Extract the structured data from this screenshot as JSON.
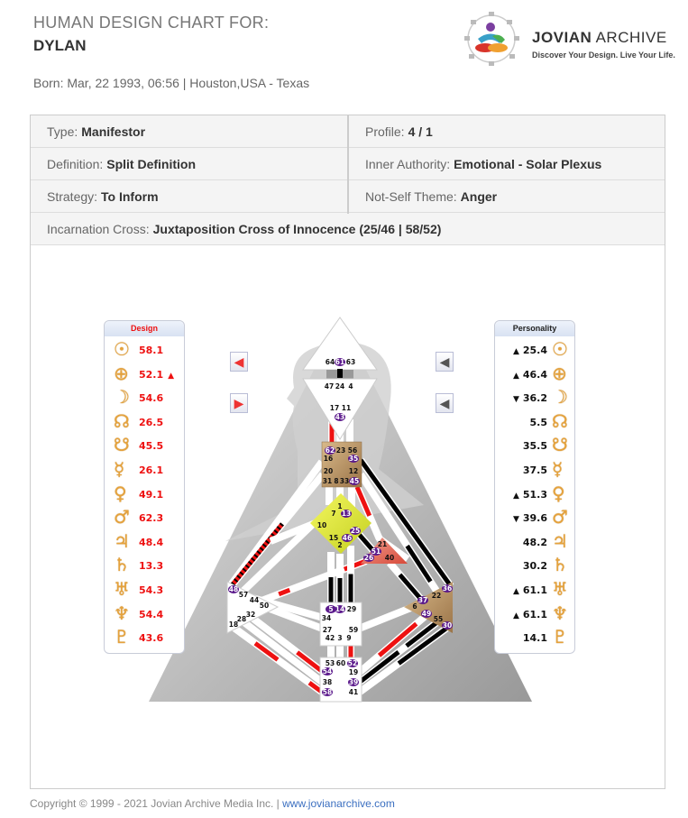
{
  "header": {
    "title": "HUMAN DESIGN CHART FOR:",
    "name": "DYLAN",
    "born": "Born:  Mar, 22 1993, 06:56 | Houston,USA - Texas"
  },
  "logo": {
    "brand_bold": "JOVIAN",
    "brand_light": " ARCHIVE",
    "tagline": "Discover Your Design. Live Your Life."
  },
  "info": {
    "type_label": "Type:",
    "type": "Manifestor",
    "profile_label": "Profile:",
    "profile": "4 / 1",
    "definition_label": "Definition:",
    "definition": "Split Definition",
    "authority_label": "Inner Authority:",
    "authority": "Emotional - Solar Plexus",
    "strategy_label": "Strategy:",
    "strategy": "To Inform",
    "notself_label": "Not-Self Theme:",
    "notself": "Anger",
    "cross_label": "Incarnation Cross:",
    "cross": "Juxtaposition Cross of Innocence (25/46 | 58/52)"
  },
  "design": {
    "title": "Design",
    "color": "#ee1111",
    "rows": [
      {
        "icon": "sun-icon",
        "glyph": "☉",
        "value": "58.1",
        "mark": ""
      },
      {
        "icon": "earth-icon",
        "glyph": "⊕",
        "value": "52.1",
        "mark": "▲"
      },
      {
        "icon": "moon-icon",
        "glyph": "☽",
        "value": "54.6",
        "mark": ""
      },
      {
        "icon": "north-node-icon",
        "glyph": "☊",
        "value": "26.5",
        "mark": ""
      },
      {
        "icon": "south-node-icon",
        "glyph": "☋",
        "value": "45.5",
        "mark": ""
      },
      {
        "icon": "mercury-icon",
        "glyph": "☿",
        "value": "26.1",
        "mark": ""
      },
      {
        "icon": "venus-icon",
        "glyph": "♀",
        "value": "49.1",
        "mark": ""
      },
      {
        "icon": "mars-icon",
        "glyph": "♂",
        "value": "62.3",
        "mark": ""
      },
      {
        "icon": "jupiter-icon",
        "glyph": "♃",
        "value": "48.4",
        "mark": ""
      },
      {
        "icon": "saturn-icon",
        "glyph": "♄",
        "value": "13.3",
        "mark": ""
      },
      {
        "icon": "uranus-icon",
        "glyph": "♅",
        "value": "54.3",
        "mark": ""
      },
      {
        "icon": "neptune-icon",
        "glyph": "♆",
        "value": "54.4",
        "mark": ""
      },
      {
        "icon": "pluto-icon",
        "glyph": "♇",
        "value": "43.6",
        "mark": ""
      }
    ]
  },
  "personality": {
    "title": "Personality",
    "rows": [
      {
        "icon": "sun-icon",
        "glyph": "☉",
        "value": "25.4",
        "mark": "▲"
      },
      {
        "icon": "earth-icon",
        "glyph": "⊕",
        "value": "46.4",
        "mark": "▲"
      },
      {
        "icon": "moon-icon",
        "glyph": "☽",
        "value": "36.2",
        "mark": "▼"
      },
      {
        "icon": "north-node-icon",
        "glyph": "☊",
        "value": "5.5",
        "mark": ""
      },
      {
        "icon": "south-node-icon",
        "glyph": "☋",
        "value": "35.5",
        "mark": ""
      },
      {
        "icon": "mercury-icon",
        "glyph": "☿",
        "value": "37.5",
        "mark": ""
      },
      {
        "icon": "venus-icon",
        "glyph": "♀",
        "value": "51.3",
        "mark": "▲"
      },
      {
        "icon": "mars-icon",
        "glyph": "♂",
        "value": "39.6",
        "mark": "▼"
      },
      {
        "icon": "jupiter-icon",
        "glyph": "♃",
        "value": "48.2",
        "mark": ""
      },
      {
        "icon": "saturn-icon",
        "glyph": "♄",
        "value": "30.2",
        "mark": ""
      },
      {
        "icon": "uranus-icon",
        "glyph": "♅",
        "value": "61.1",
        "mark": "▲"
      },
      {
        "icon": "neptune-icon",
        "glyph": "♆",
        "value": "61.1",
        "mark": "▲"
      },
      {
        "icon": "pluto-icon",
        "glyph": "♇",
        "value": "14.1",
        "mark": ""
      }
    ]
  },
  "bodygraph": {
    "gates": [
      "64",
      "61",
      "63",
      "47",
      "24",
      "4",
      "17",
      "11",
      "43",
      "62",
      "23",
      "56",
      "16",
      "35",
      "20",
      "12",
      "31",
      "8",
      "33",
      "45",
      "1",
      "7",
      "13",
      "10",
      "25",
      "15",
      "46",
      "2",
      "21",
      "51",
      "26",
      "40",
      "48",
      "57",
      "44",
      "50",
      "32",
      "28",
      "18",
      "5",
      "14",
      "29",
      "34",
      "27",
      "59",
      "42",
      "3",
      "9",
      "36",
      "22",
      "37",
      "6",
      "49",
      "55",
      "30",
      "53",
      "60",
      "52",
      "54",
      "19",
      "38",
      "39",
      "58",
      "41"
    ],
    "colors": {
      "design": "#ee1111",
      "personality": "#000000",
      "highlight": "#5b1a8c"
    }
  },
  "footer": {
    "copyright": "Copyright © 1999 - 2021 Jovian Archive Media Inc.  |  ",
    "link": "www.jovianarchive.com"
  }
}
